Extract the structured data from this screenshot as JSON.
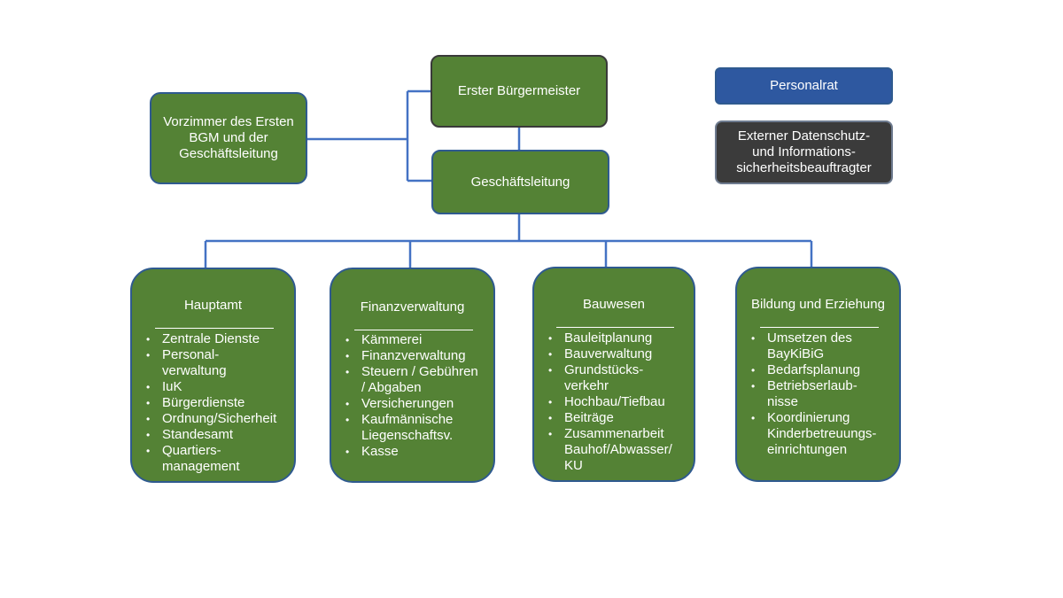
{
  "leadership": {
    "mayor": "Erster Bürgermeister",
    "office": "Vorzimmer des Ersten\nBGM und der\nGeschäftsleitung",
    "management": "Geschäftsleitung"
  },
  "side": {
    "council": "Personalrat",
    "privacy": "Externer Datenschutz-\nund Informations-\nsicherheitsbeauftragter"
  },
  "departments": [
    {
      "title": "Hauptamt",
      "items": [
        "Zentrale Dienste",
        "Personal-\nverwaltung",
        "IuK",
        "Bürgerdienste",
        "Ordnung/Sicherheit",
        "Standesamt",
        "Quartiers-\nmanagement"
      ]
    },
    {
      "title": "Finanzverwaltung",
      "items": [
        "Kämmerei",
        "Finanzverwaltung",
        "Steuern / Gebühren\n/ Abgaben",
        "Versicherungen",
        "Kaufmännische\nLiegenschaftsv.",
        "Kasse"
      ]
    },
    {
      "title": "Bauwesen",
      "items": [
        "Bauleitplanung",
        "Bauverwaltung",
        "Grundstücks-\nverkehr",
        "Hochbau/Tiefbau",
        "Beiträge",
        "Zusammenarbeit\nBauhof/Abwasser/\nKU"
      ]
    },
    {
      "title": "Bildung und Erziehung",
      "items": [
        "Umsetzen des\nBayKiBiG",
        "Bedarfsplanung",
        "Betriebserlaub-\nnisse",
        "Koordinierung\nKinderbetreuungs-\neinrichtungen"
      ]
    }
  ],
  "colors": {
    "box_fill": "#548235",
    "connector": "#4472c4",
    "council_fill": "#2e58a0",
    "privacy_fill": "#3b3b3b"
  }
}
